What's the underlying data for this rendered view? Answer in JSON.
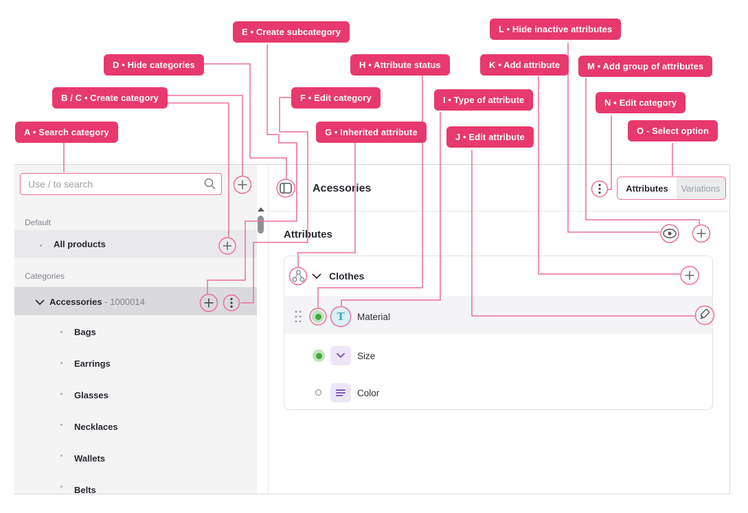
{
  "colors": {
    "annotation_pink": "#e7396d",
    "annotation_line_pink": "#ec6f97",
    "status_green": "#46a73e",
    "type_teal": "#2da7bb",
    "type_purple": "#7e57c7"
  },
  "annotations": [
    {
      "id": "A",
      "label": "A • Search category"
    },
    {
      "id": "B",
      "label": "B / C • Create category"
    },
    {
      "id": "D",
      "label": "D • Hide categories"
    },
    {
      "id": "E",
      "label": "E • Create subcategory"
    },
    {
      "id": "F",
      "label": "F • Edit category"
    },
    {
      "id": "G",
      "label": "G • Inherited attribute"
    },
    {
      "id": "H",
      "label": "H • Attribute status"
    },
    {
      "id": "I",
      "label": "I • Type of attribute"
    },
    {
      "id": "J",
      "label": "J • Edit attribute"
    },
    {
      "id": "K",
      "label": "K • Add attribute"
    },
    {
      "id": "L",
      "label": "L • Hide inactive attributes"
    },
    {
      "id": "M",
      "label": "M • Add group of attributes"
    },
    {
      "id": "N",
      "label": "N • Edit category"
    },
    {
      "id": "O",
      "label": "O -  Select option"
    }
  ],
  "sidebar": {
    "search": {
      "placeholder": "Use / to search"
    },
    "sections": {
      "default_label": "Default",
      "categories_label": "Categories"
    },
    "all_products_label": "All products",
    "selected_category": {
      "name": "Accessories",
      "code": "- 1000014"
    },
    "children": [
      "Bags",
      "Earrings",
      "Glasses",
      "Necklaces",
      "Wallets",
      "Belts"
    ]
  },
  "header": {
    "title": "Acessories",
    "tabs": [
      {
        "label": "Attributes",
        "active": true
      },
      {
        "label": "Variations",
        "active": false
      }
    ]
  },
  "attributes_panel": {
    "heading": "Attributes",
    "group": {
      "name": "Clothes",
      "rows": [
        {
          "name": "Material",
          "type": "text",
          "status": "active"
        },
        {
          "name": "Size",
          "type": "select",
          "status": "active"
        },
        {
          "name": "Color",
          "type": "multiselect",
          "status": "inactive"
        }
      ]
    }
  }
}
